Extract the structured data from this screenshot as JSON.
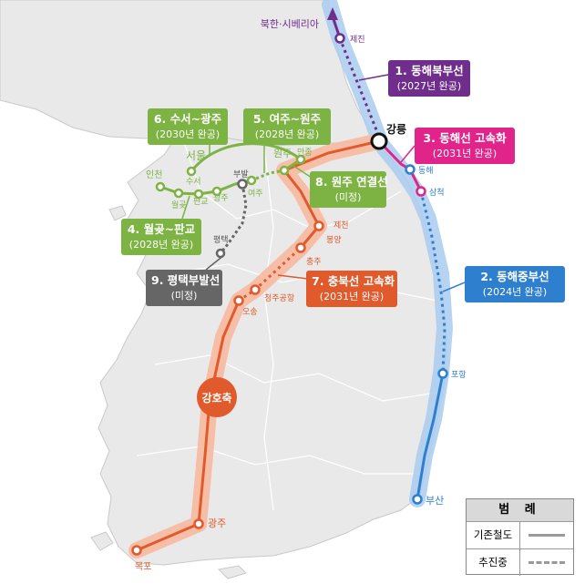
{
  "labels": {
    "north_korea_siberia": "북한·시베리아",
    "jejin": "제진",
    "gangneung": "강릉",
    "donghae": "동해",
    "samcheok": "삼척",
    "pohang": "포항",
    "busan": "부산",
    "incheon": "인천",
    "seoul": "서울",
    "suseo": "수서",
    "wolgot": "월곶",
    "pangyo": "판교",
    "gwangju_gg": "광주",
    "bubal": "부발",
    "yeoju": "여주",
    "wonju": "원주",
    "manjong": "만종",
    "pyeongtaek": "평택",
    "jecheon": "제천",
    "bongyang": "봉양",
    "chungju": "충주",
    "cheongju_airport": "청주공항",
    "osong": "오송",
    "gangho_axis": "강호축",
    "gwangju": "광주",
    "mokpo": "목포"
  },
  "callouts": {
    "c1": {
      "title": "1. 동해북부선",
      "sub": "(2027년 완공)"
    },
    "c2": {
      "title": "2. 동해중부선",
      "sub": "(2024년 완공)"
    },
    "c3": {
      "title": "3. 동해선 고속화",
      "sub": "(2031년 완공)"
    },
    "c4": {
      "title": "4. 월곶~판교",
      "sub": "(2028년 완공)"
    },
    "c5": {
      "title": "5. 여주~원주",
      "sub": "(2028년 완공)"
    },
    "c6": {
      "title": "6. 수서~광주",
      "sub": "(2030년 완공)"
    },
    "c7": {
      "title": "7. 충북선 고속화",
      "sub": "(2031년 완공)"
    },
    "c8": {
      "title": "8. 원주 연결선",
      "sub": "(미정)"
    },
    "c9": {
      "title": "9. 평택부발선",
      "sub": "(미정)"
    }
  },
  "legend": {
    "title": "범 례",
    "existing": "기존철도",
    "in_progress": "추진중"
  },
  "colors": {
    "east_north": "#6f2d8c",
    "east_central": "#2f7fcf",
    "east_speed": "#e0248a",
    "green_lines": "#7cb342",
    "chungbuk": "#e05a2b",
    "pyeongtaek_line": "#666666",
    "gangho_band": "#f7b9a0",
    "east_band": "#a9cdee"
  }
}
